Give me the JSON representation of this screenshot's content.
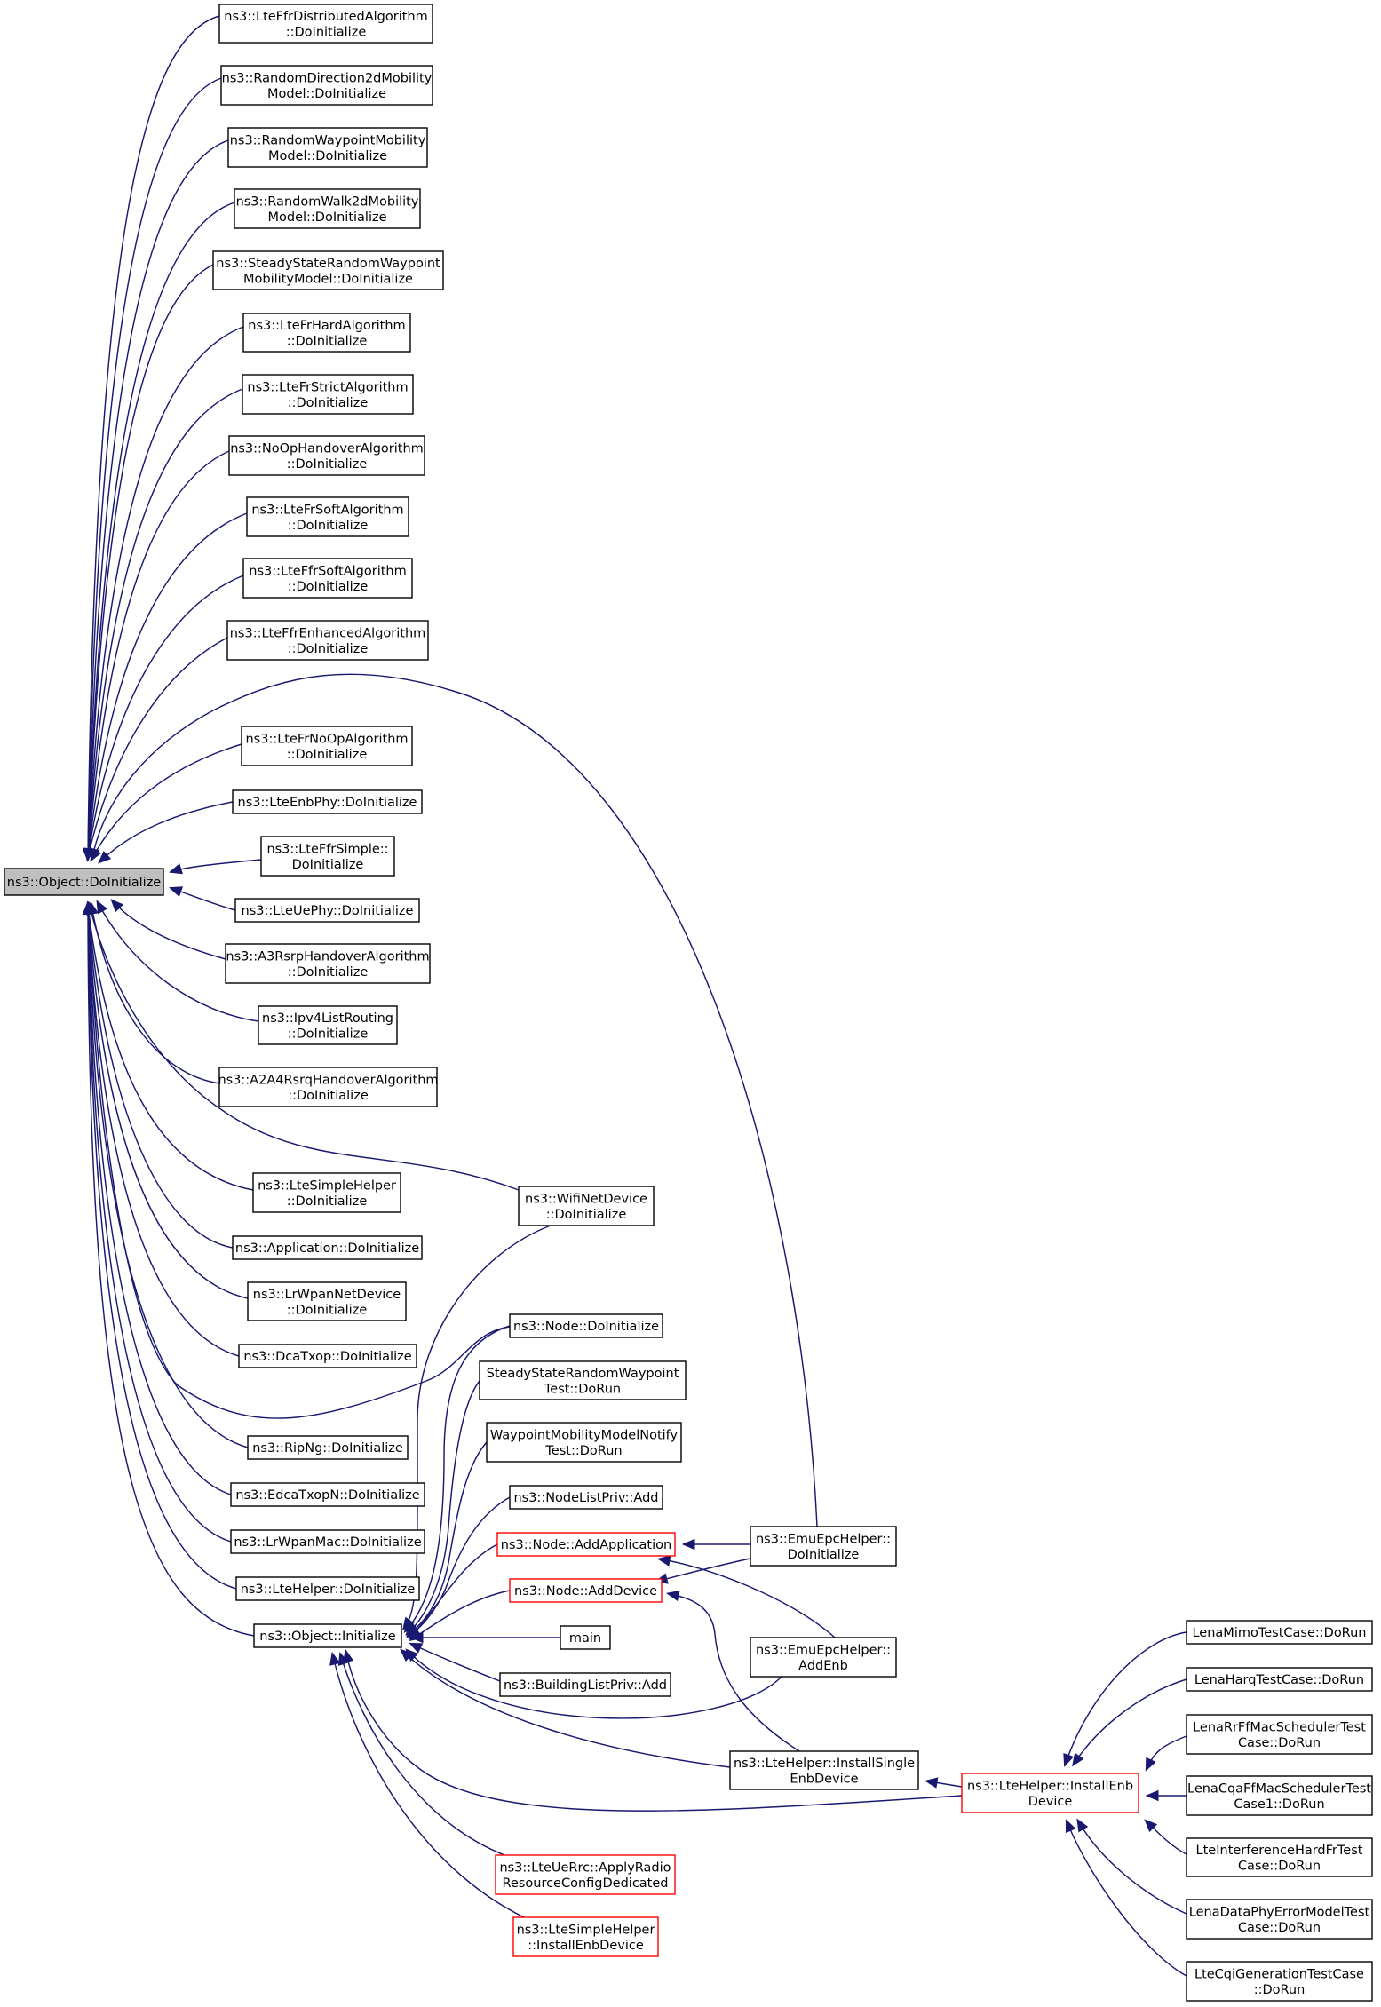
{
  "diagram": {
    "type": "caller-graph",
    "edge_color": "#191970",
    "nodes": [
      {
        "id": "root",
        "lines": [
          "ns3::Object::DoInitialize"
        ],
        "style": "root"
      },
      {
        "id": "n1",
        "lines": [
          "ns3::LteFfrDistributedAlgorithm",
          "::DoInitialize"
        ]
      },
      {
        "id": "n2",
        "lines": [
          "ns3::RandomDirection2dMobility",
          "Model::DoInitialize"
        ]
      },
      {
        "id": "n3",
        "lines": [
          "ns3::RandomWaypointMobility",
          "Model::DoInitialize"
        ]
      },
      {
        "id": "n4",
        "lines": [
          "ns3::RandomWalk2dMobility",
          "Model::DoInitialize"
        ]
      },
      {
        "id": "n5",
        "lines": [
          "ns3::SteadyStateRandomWaypoint",
          "MobilityModel::DoInitialize"
        ]
      },
      {
        "id": "n6",
        "lines": [
          "ns3::LteFrHardAlgorithm",
          "::DoInitialize"
        ]
      },
      {
        "id": "n7",
        "lines": [
          "ns3::LteFrStrictAlgorithm",
          "::DoInitialize"
        ]
      },
      {
        "id": "n8",
        "lines": [
          "ns3::NoOpHandoverAlgorithm",
          "::DoInitialize"
        ]
      },
      {
        "id": "n9",
        "lines": [
          "ns3::LteFrSoftAlgorithm",
          "::DoInitialize"
        ]
      },
      {
        "id": "n10",
        "lines": [
          "ns3::LteFfrSoftAlgorithm",
          "::DoInitialize"
        ]
      },
      {
        "id": "n11",
        "lines": [
          "ns3::LteFfrEnhancedAlgorithm",
          "::DoInitialize"
        ]
      },
      {
        "id": "n12",
        "lines": [
          "ns3::LteFrNoOpAlgorithm",
          "::DoInitialize"
        ]
      },
      {
        "id": "n13",
        "lines": [
          "ns3::LteEnbPhy::DoInitialize"
        ]
      },
      {
        "id": "n14",
        "lines": [
          "ns3::LteFfrSimple::",
          "DoInitialize"
        ]
      },
      {
        "id": "n15",
        "lines": [
          "ns3::LteUePhy::DoInitialize"
        ]
      },
      {
        "id": "n16",
        "lines": [
          "ns3::A3RsrpHandoverAlgorithm",
          "::DoInitialize"
        ]
      },
      {
        "id": "n17",
        "lines": [
          "ns3::Ipv4ListRouting",
          "::DoInitialize"
        ]
      },
      {
        "id": "n18",
        "lines": [
          "ns3::A2A4RsrqHandoverAlgorithm",
          "::DoInitialize"
        ]
      },
      {
        "id": "n19",
        "lines": [
          "ns3::LteSimpleHelper",
          "::DoInitialize"
        ]
      },
      {
        "id": "n20",
        "lines": [
          "ns3::Application::DoInitialize"
        ]
      },
      {
        "id": "n21",
        "lines": [
          "ns3::LrWpanNetDevice",
          "::DoInitialize"
        ]
      },
      {
        "id": "n22",
        "lines": [
          "ns3::DcaTxop::DoInitialize"
        ]
      },
      {
        "id": "n23",
        "lines": [
          "ns3::RipNg::DoInitialize"
        ]
      },
      {
        "id": "n24",
        "lines": [
          "ns3::EdcaTxopN::DoInitialize"
        ]
      },
      {
        "id": "n25",
        "lines": [
          "ns3::LrWpanMac::DoInitialize"
        ]
      },
      {
        "id": "n26",
        "lines": [
          "ns3::LteHelper::DoInitialize"
        ]
      },
      {
        "id": "init",
        "lines": [
          "ns3::Object::Initialize"
        ]
      },
      {
        "id": "wifi",
        "lines": [
          "ns3::WifiNetDevice",
          "::DoInitialize"
        ]
      },
      {
        "id": "nodeinit",
        "lines": [
          "ns3::Node::DoInitialize"
        ]
      },
      {
        "id": "ssrwt",
        "lines": [
          "SteadyStateRandomWaypoint",
          "Test::DoRun"
        ]
      },
      {
        "id": "wmmnt",
        "lines": [
          "WaypointMobilityModelNotify",
          "Test::DoRun"
        ]
      },
      {
        "id": "nodelist",
        "lines": [
          "ns3::NodeListPriv::Add"
        ]
      },
      {
        "id": "addapp",
        "lines": [
          "ns3::Node::AddApplication"
        ],
        "style": "red"
      },
      {
        "id": "adddev",
        "lines": [
          "ns3::Node::AddDevice"
        ],
        "style": "red"
      },
      {
        "id": "main",
        "lines": [
          "main"
        ]
      },
      {
        "id": "building",
        "lines": [
          "ns3::BuildingListPriv::Add"
        ]
      },
      {
        "id": "emuinit",
        "lines": [
          "ns3::EmuEpcHelper::",
          "DoInitialize"
        ]
      },
      {
        "id": "emuadd",
        "lines": [
          "ns3::EmuEpcHelper::",
          "AddEnb"
        ]
      },
      {
        "id": "single",
        "lines": [
          "ns3::LteHelper::InstallSingle",
          "EnbDevice"
        ]
      },
      {
        "id": "installenb",
        "lines": [
          "ns3::LteHelper::InstallEnb",
          "Device"
        ],
        "style": "red"
      },
      {
        "id": "uerrc",
        "lines": [
          "ns3::LteUeRrc::ApplyRadio",
          "ResourceConfigDedicated"
        ],
        "style": "red"
      },
      {
        "id": "simpleinstall",
        "lines": [
          "ns3::LteSimpleHelper",
          "::InstallEnbDevice"
        ],
        "style": "red"
      },
      {
        "id": "mimo",
        "lines": [
          "LenaMimoTestCase::DoRun"
        ]
      },
      {
        "id": "harq",
        "lines": [
          "LenaHarqTestCase::DoRun"
        ]
      },
      {
        "id": "rrff",
        "lines": [
          "LenaRrFfMacSchedulerTest",
          "Case::DoRun"
        ]
      },
      {
        "id": "cqaff",
        "lines": [
          "LenaCqaFfMacSchedulerTest",
          "Case1::DoRun"
        ]
      },
      {
        "id": "interf",
        "lines": [
          "LteInterferenceHardFrTest",
          "Case::DoRun"
        ]
      },
      {
        "id": "dataphy",
        "lines": [
          "LenaDataPhyErrorModelTest",
          "Case::DoRun"
        ]
      },
      {
        "id": "cqigen",
        "lines": [
          "LteCqiGenerationTestCase",
          "::DoRun"
        ]
      }
    ],
    "edges": [
      [
        "n1",
        "root"
      ],
      [
        "n2",
        "root"
      ],
      [
        "n3",
        "root"
      ],
      [
        "n4",
        "root"
      ],
      [
        "n5",
        "root"
      ],
      [
        "n6",
        "root"
      ],
      [
        "n7",
        "root"
      ],
      [
        "n8",
        "root"
      ],
      [
        "n9",
        "root"
      ],
      [
        "n10",
        "root"
      ],
      [
        "n11",
        "root"
      ],
      [
        "n12",
        "root"
      ],
      [
        "n13",
        "root"
      ],
      [
        "n14",
        "root"
      ],
      [
        "n15",
        "root"
      ],
      [
        "n16",
        "root"
      ],
      [
        "n17",
        "root"
      ],
      [
        "n18",
        "root"
      ],
      [
        "n19",
        "root"
      ],
      [
        "n20",
        "root"
      ],
      [
        "n21",
        "root"
      ],
      [
        "n22",
        "root"
      ],
      [
        "n23",
        "root"
      ],
      [
        "n24",
        "root"
      ],
      [
        "n25",
        "root"
      ],
      [
        "n26",
        "root"
      ],
      [
        "init",
        "root"
      ],
      [
        "wifi",
        "root"
      ],
      [
        "nodeinit",
        "root"
      ],
      [
        "emuinit",
        "root"
      ],
      [
        "wifi",
        "init"
      ],
      [
        "nodeinit",
        "init"
      ],
      [
        "ssrwt",
        "init"
      ],
      [
        "wmmnt",
        "init"
      ],
      [
        "nodelist",
        "init"
      ],
      [
        "addapp",
        "init"
      ],
      [
        "adddev",
        "init"
      ],
      [
        "main",
        "init"
      ],
      [
        "building",
        "init"
      ],
      [
        "emuadd",
        "init"
      ],
      [
        "single",
        "init"
      ],
      [
        "installenb",
        "init"
      ],
      [
        "uerrc",
        "init"
      ],
      [
        "simpleinstall",
        "init"
      ],
      [
        "emuinit",
        "addapp"
      ],
      [
        "emuadd",
        "addapp"
      ],
      [
        "emuinit",
        "adddev"
      ],
      [
        "single",
        "adddev"
      ],
      [
        "installenb",
        "single"
      ],
      [
        "mimo",
        "installenb"
      ],
      [
        "harq",
        "installenb"
      ],
      [
        "rrff",
        "installenb"
      ],
      [
        "cqaff",
        "installenb"
      ],
      [
        "interf",
        "installenb"
      ],
      [
        "dataphy",
        "installenb"
      ],
      [
        "cqigen",
        "installenb"
      ]
    ]
  }
}
